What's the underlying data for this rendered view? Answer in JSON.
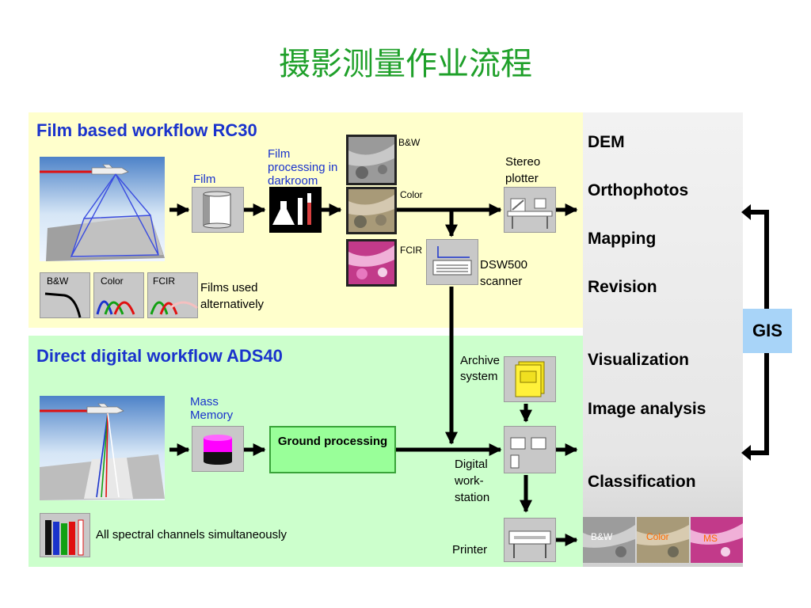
{
  "title": "摄影测量作业流程",
  "film": {
    "heading": "Film based workflow RC30",
    "film_label": "Film",
    "processing_label": "Film processing in darkroom",
    "bw": "B&W",
    "color": "Color",
    "fcir": "FCIR",
    "curve_bw": "B&W",
    "curve_color": "Color",
    "curve_fcir": "FCIR",
    "films_used": "Films used alternatively",
    "stereo_plotter": "Stereo plotter",
    "scanner": "DSW500 scanner"
  },
  "digital": {
    "heading": "Direct digital workflow ADS40",
    "mass_memory": "Mass Memory",
    "ground_processing": "Ground processing",
    "spectral": "All spectral channels simultaneously",
    "archive": "Archive system",
    "workstation": "Digital work- station",
    "printer": "Printer"
  },
  "outputs": {
    "dem": "DEM",
    "ortho": "Orthophotos",
    "mapping": "Mapping",
    "revision": "Revision",
    "visualization": "Visualization",
    "image_analysis": "Image analysis",
    "classification": "Classification",
    "thumb_bw": "B&W",
    "thumb_color": "Color",
    "thumb_ms": "MS"
  },
  "gis": "GIS"
}
